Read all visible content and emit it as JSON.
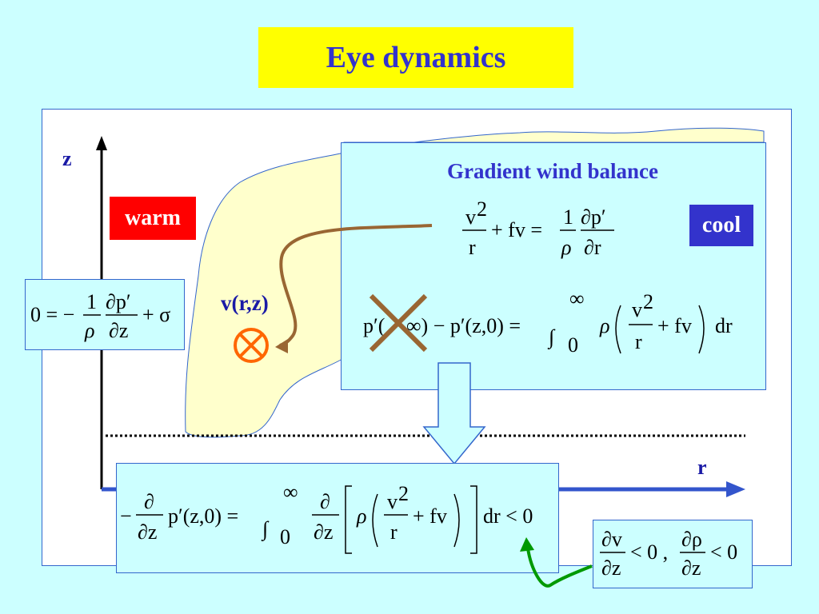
{
  "slide": {
    "title": "Eye dynamics",
    "axis_z": "z",
    "axis_r": "r",
    "warm_label": "warm",
    "cool_label": "cool",
    "vortex_label": "v(r,z)",
    "panel_title": "Gradient wind balance"
  },
  "colors": {
    "background": "#ccffff",
    "title_fill": "#ffff00",
    "title_text": "#3333cc",
    "eyewall_fill": "#ffffcc",
    "warm": "#ff0000",
    "cool": "#3333cc",
    "arrow_brown": "#996633",
    "arrow_green": "#009900",
    "cross_brown": "#996633",
    "symbol_orange": "#ff6600",
    "axis_r_arrow": "#3355cc"
  },
  "equations": {
    "hydrostatic": "0 = − (1/ρ) ∂p′/∂z + σ",
    "gradient_wind": "v²/r + fv = (1/ρ) ∂p′/∂r",
    "integral": "p′(∞) − p′(z,0) = ∫₀^∞ ρ (v²/r + fv) dr",
    "vertical_derivative": "− ∂/∂z p′(z,0) = ∫₀^∞ ∂/∂z [ ρ (v²/r + fv) ] dr < 0",
    "conditions": "∂v/∂z < 0 , ∂ρ/∂z < 0"
  },
  "icons": {
    "vortex_symbol": "circled-times-icon",
    "crossed_out": "cross-out-icon"
  }
}
